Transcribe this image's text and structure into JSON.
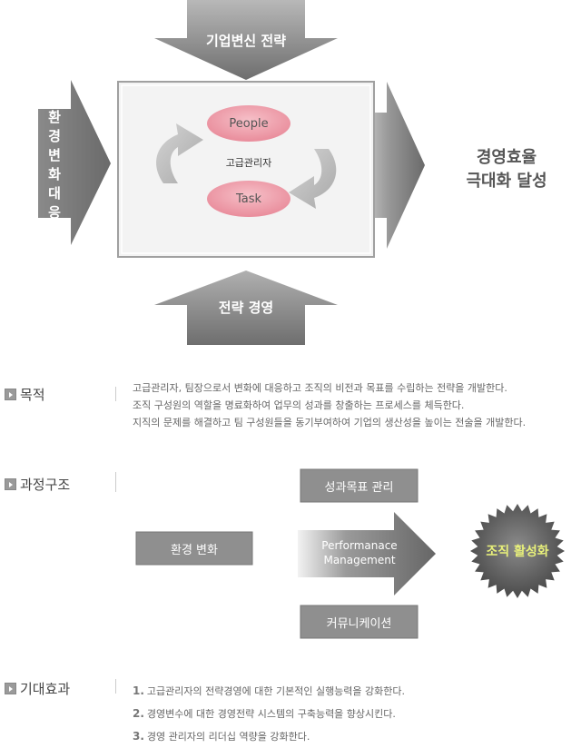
{
  "top_diagram": {
    "top_arrow_label": "기업변신 전략",
    "left_arrow_label": "환경변화 대응",
    "bottom_arrow_label": "전략 경영",
    "center_label": "고급관리자",
    "oval_top": "People",
    "oval_bottom": "Task",
    "result_line1": "경영효율",
    "result_line2": "극대화 달성"
  },
  "purpose": {
    "heading": "목적",
    "lines": [
      "고급관리자, 팀장으로서 변화에 대응하고 조직의 비전과 목표를 수립하는 전략을 개발한다.",
      "조직 구성원의 역할을 명료화하여 업무의 성과를 창출하는 프로세스를 체득한다.",
      "지직의 문제를 해결하고 팀 구성원들을 동기부여하여 기업의 생산성을 높이는 전술을 개발한다."
    ]
  },
  "structure": {
    "heading": "과정구조",
    "box_top": "성과목표 관리",
    "box_left": "환경 변화",
    "arrow_line1": "Performanace",
    "arrow_line2": "Management",
    "box_bottom": "커뮤니케이션",
    "badge": "조직 활성화"
  },
  "effects": {
    "heading": "기대효과",
    "items": [
      {
        "num": "1.",
        "text": "고급관리자의 전략경영에 대한 기본적인 실행능력을 강화한다."
      },
      {
        "num": "2.",
        "text": "경영변수에 대한 경영전략 시스템의 구축능력을 향상시킨다."
      },
      {
        "num": "3.",
        "text": "경영 관리자의 리더십 역량을 강화한다."
      }
    ]
  },
  "colors": {
    "arrow_gray": "#7a7a7a",
    "oval_pink": "#f0a2ae",
    "badge_text": "#e8f07a"
  }
}
